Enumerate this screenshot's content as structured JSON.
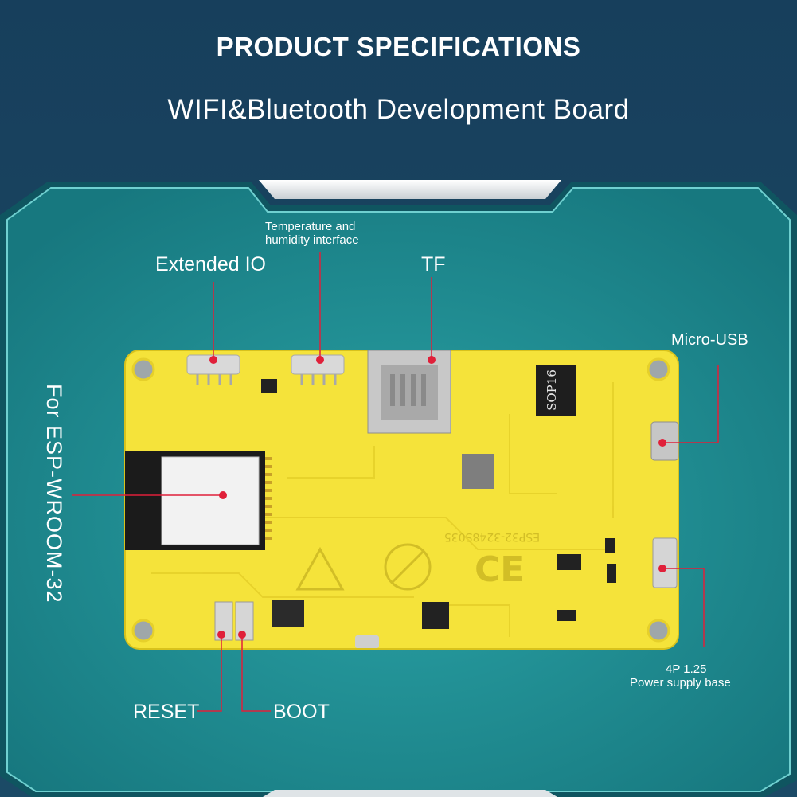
{
  "header": {
    "title": "PRODUCT SPECIFICATIONS",
    "subtitle": "WIFI&Bluetooth Development Board"
  },
  "labels": {
    "extended_io": "Extended IO",
    "temp_humidity_line1": "Temperature and",
    "temp_humidity_line2": "humidity interface",
    "tf": "TF",
    "micro_usb": "Micro-USB",
    "module": "For ESP-WROOM-32",
    "power_line1": "4P 1.25",
    "power_line2": "Power supply base",
    "reset": "RESET",
    "boot": "BOOT"
  },
  "board": {
    "chip_marking": "SOP16",
    "silk_text": "ESP32-3248S035"
  },
  "colors": {
    "background": "#173f5c",
    "panel": "#1f8a93",
    "pcb": "#f5e33a",
    "callout_line": "#e0203a"
  }
}
